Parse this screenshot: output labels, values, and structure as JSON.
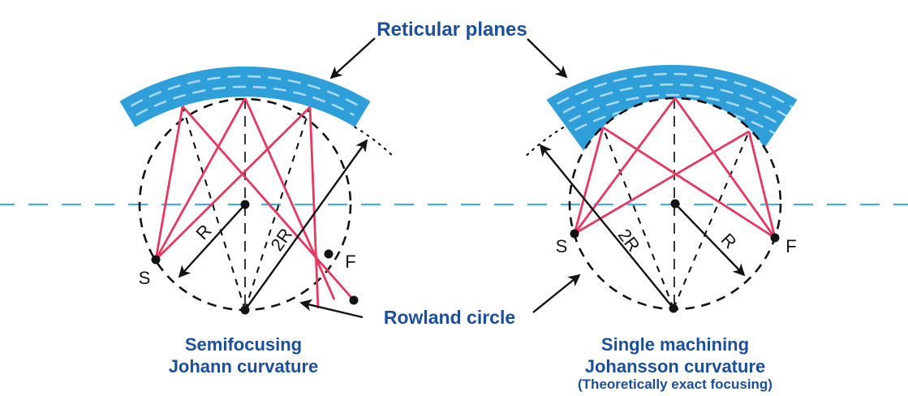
{
  "colors": {
    "band_blue": "#2e9fd9",
    "band_dash": "#a9d9f2",
    "ray_pink": "#e53961",
    "label_blue": "#1b4f9b",
    "line_black": "#141414",
    "axis_cyan": "#45aede"
  },
  "annotations": {
    "reticular_planes": "Reticular planes",
    "rowland_circle": "Rowland circle"
  },
  "left_diagram": {
    "caption_line1": "Semifocusing",
    "caption_line2": "Johann curvature",
    "labels": {
      "source": "S",
      "focus": "F",
      "radius": "R",
      "diameter": "2R"
    }
  },
  "right_diagram": {
    "caption_line1": "Single machining",
    "caption_line2": "Johansson curvature",
    "caption_line3": "(Theoretically exact focusing)",
    "labels": {
      "source": "S",
      "focus": "F",
      "radius": "R",
      "diameter": "2R"
    }
  }
}
